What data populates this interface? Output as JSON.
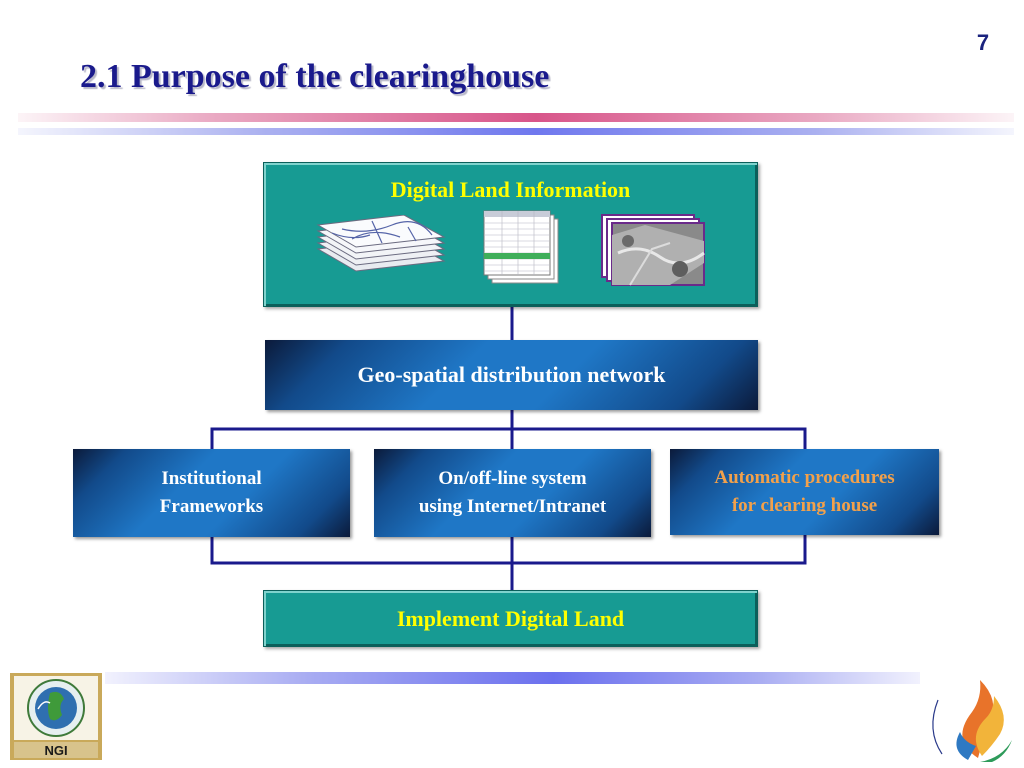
{
  "page_number": "7",
  "title": "2.1  Purpose of the clearinghouse",
  "diagram": {
    "digital_land_info": {
      "title": "Digital Land Information",
      "images": [
        "stacked-map-layers-icon",
        "spreadsheet-table-icon",
        "aerial-photo-stack-icon"
      ]
    },
    "network": {
      "label": "Geo-spatial distribution network"
    },
    "components": [
      {
        "line1": "Institutional",
        "line2": "Frameworks"
      },
      {
        "line1": "On/off-line system",
        "line2": "using Internet/Intranet"
      },
      {
        "line1": "Automatic procedures",
        "line2": "for clearing house"
      }
    ],
    "result": {
      "label": "Implement Digital Land"
    }
  },
  "logos": {
    "left": {
      "name": "ngi-logo",
      "text": "NGI"
    },
    "right": {
      "name": "university-logo"
    }
  },
  "colors": {
    "title": "#1a1a8c",
    "teal_box": "#179b93",
    "blue_box": "#1f77c6",
    "yellow_text": "#ffff00",
    "orange_text": "#f2a14b",
    "connector": "#1a1a8c"
  }
}
